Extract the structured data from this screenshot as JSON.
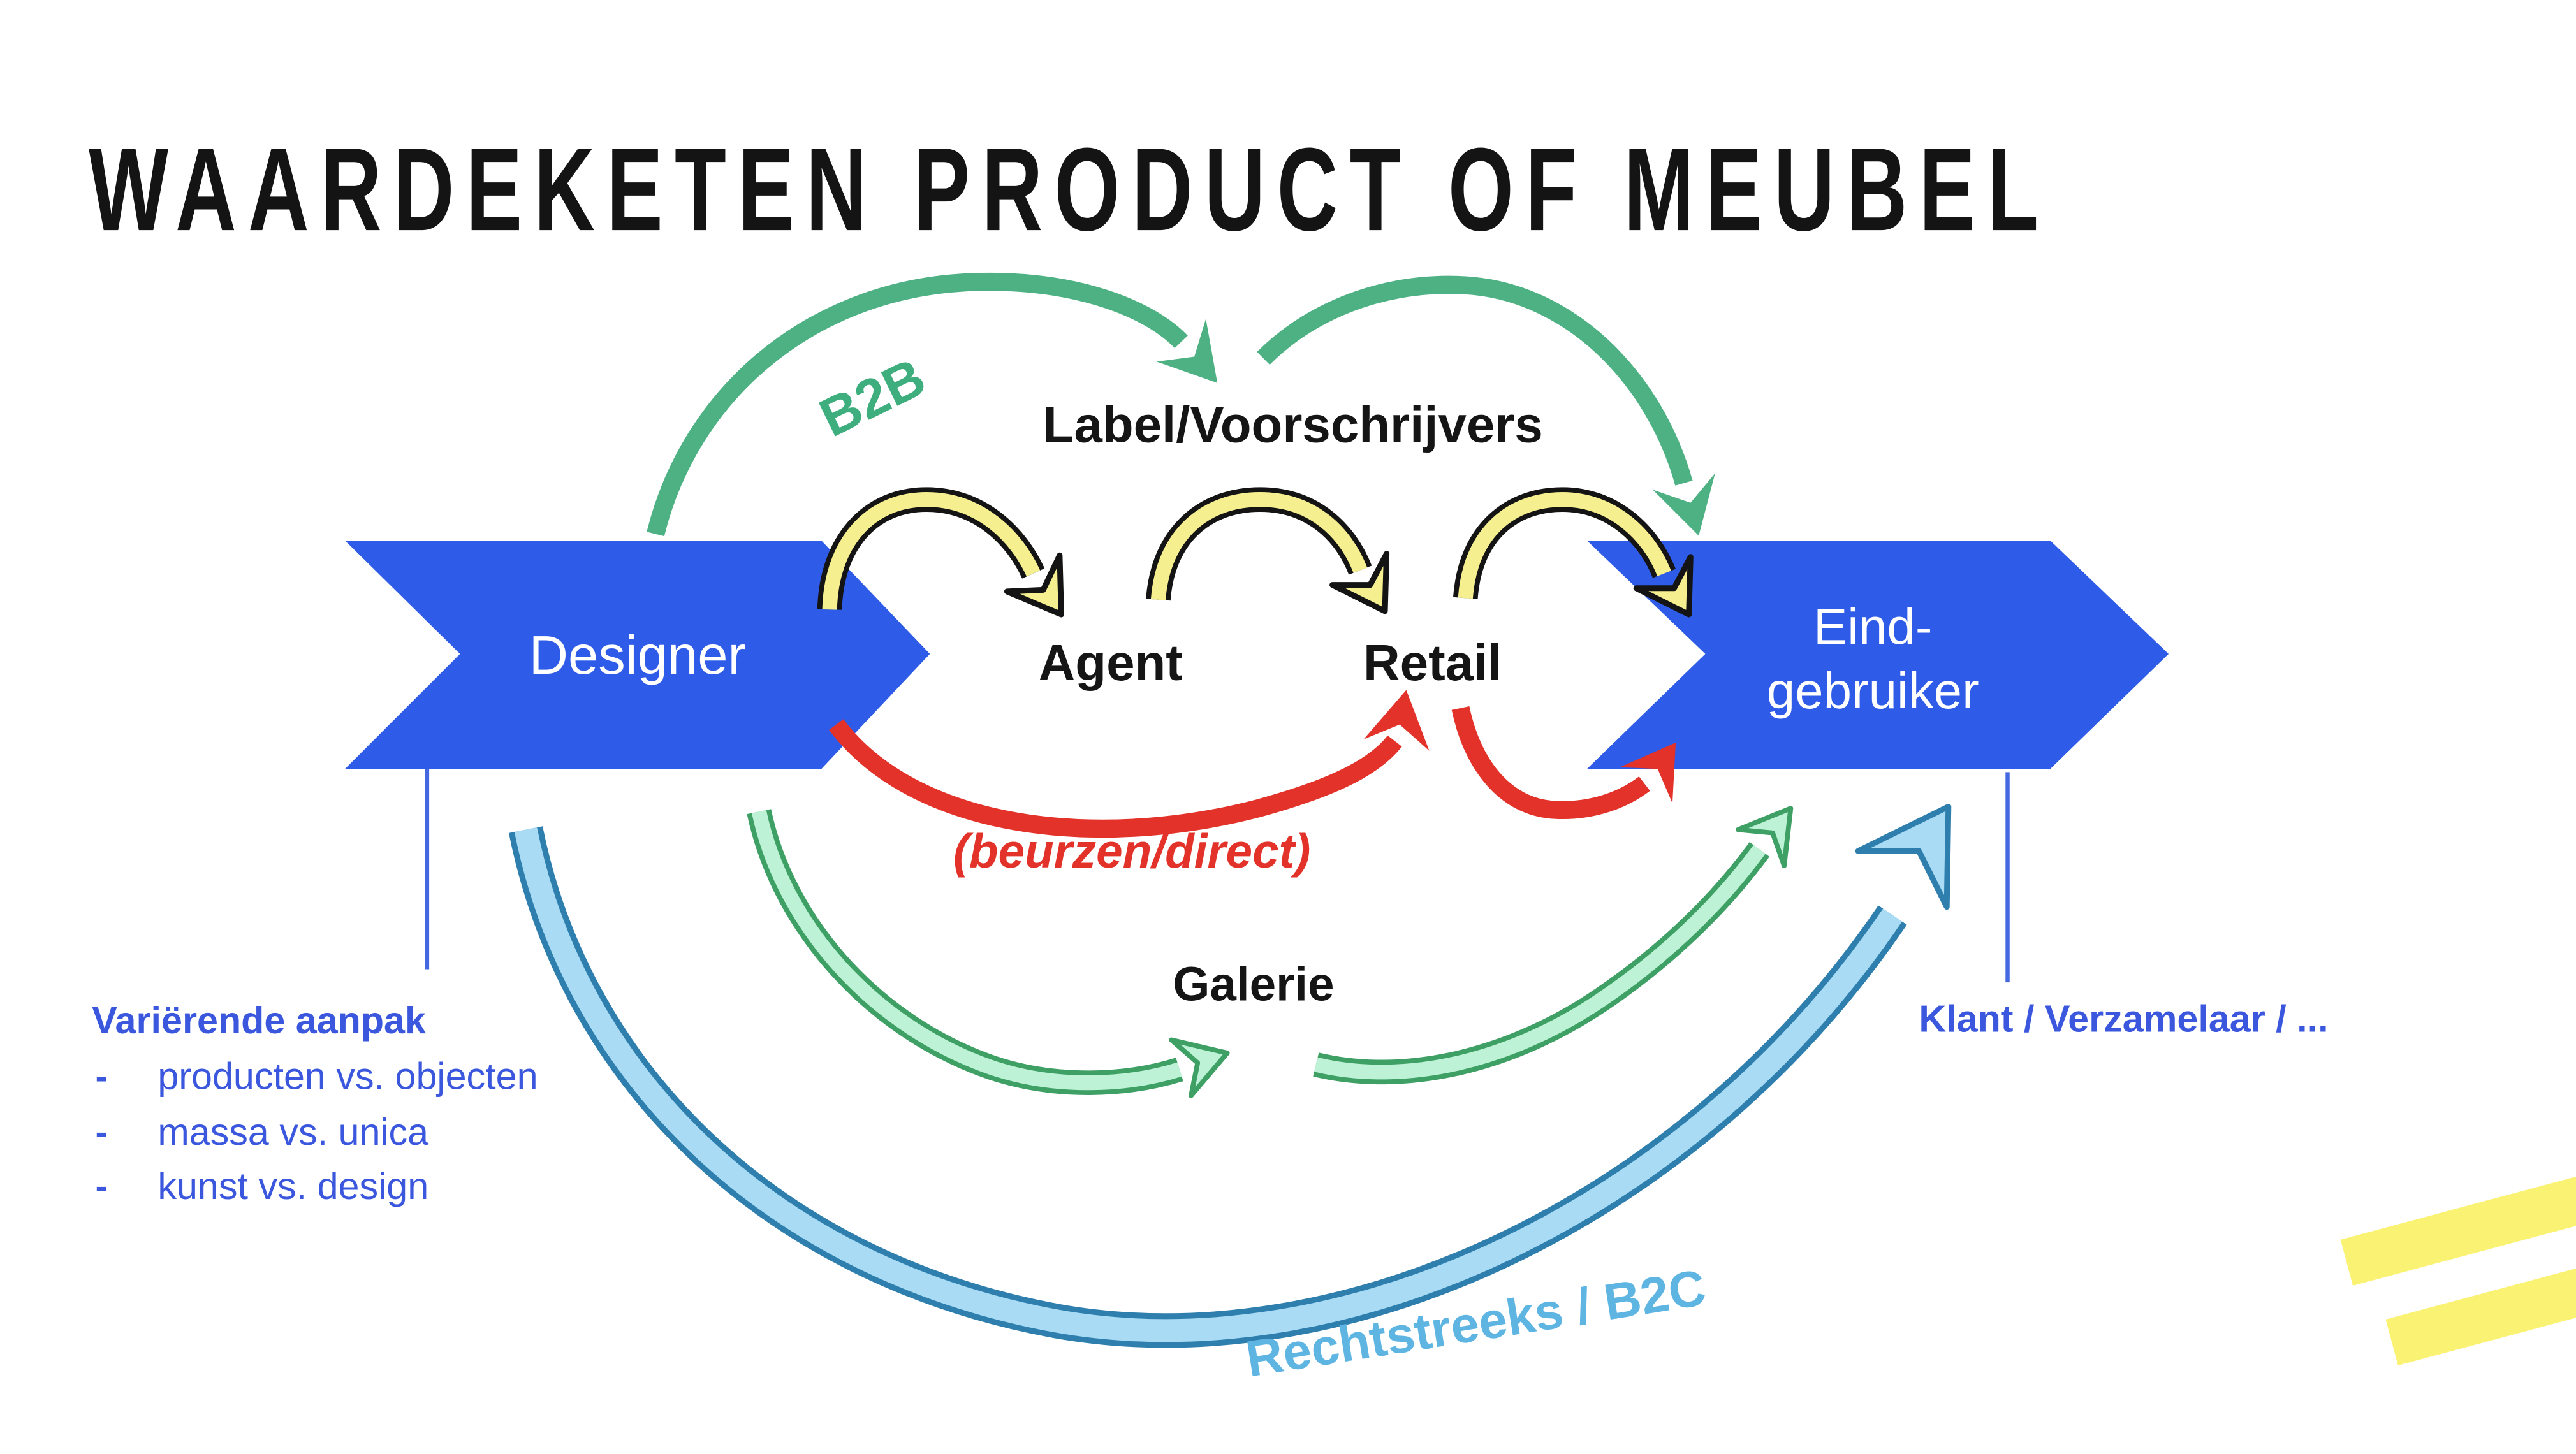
{
  "title": "WAARDEKETEN PRODUCT OF MEUBEL",
  "chain": {
    "designer": "Designer",
    "agent": "Agent",
    "retail": "Retail",
    "eindgebruiker": {
      "line1": "Eind-",
      "line2": "gebruiker"
    }
  },
  "channels": {
    "b2b_label": "B2B",
    "label_voorschrijvers": "Label/Voorschrijvers",
    "beurzen_direct": "(beurzen/direct)",
    "galerie": "Galerie",
    "rechtstreeks_b2c": "Rechtstreeks / B2C"
  },
  "notes_left": {
    "heading": "Variërende aanpak",
    "bullet": "-",
    "items": [
      "producten vs. objecten",
      "massa vs. unica",
      "kunst vs. design"
    ]
  },
  "notes_right": {
    "label": "Klant / Verzamelaar / ..."
  },
  "colors": {
    "chevron_blue": "#2e5be8",
    "note_blue_text": "#3a57dd",
    "b2b_green": "#4db183",
    "hop_yellow_fill": "#f6ef8f",
    "hop_outline": "#141414",
    "direct_red": "#e33229",
    "galerie_mint_fill": "#bdf2d6",
    "galerie_mint_stroke": "#3fa065",
    "b2c_blue_fill": "#a9dcf4",
    "b2c_blue_stroke": "#2f7fae",
    "b2c_text": "#5fb5e2",
    "stripe_yellow": "#f9f272",
    "background": "#ffffff"
  }
}
